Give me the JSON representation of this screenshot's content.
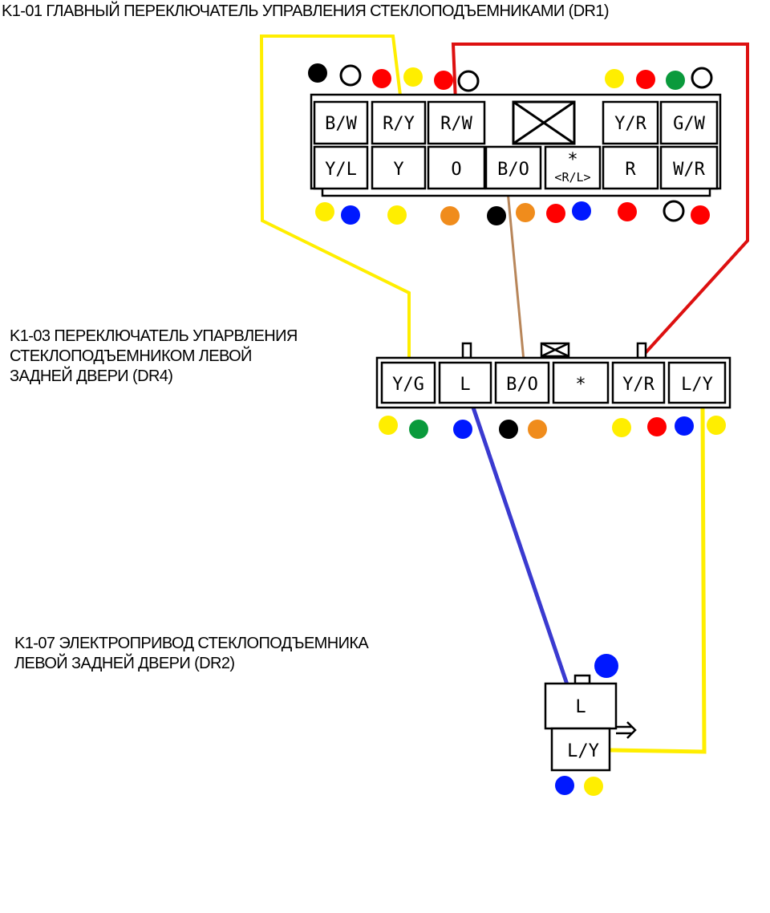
{
  "labels": {
    "dr1": [
      "K1-01 ГЛАВНЫЙ ПЕРЕКЛЮЧАТЕЛЬ УПРАВЛЕНИЯ СТЕКЛОПОДЪЕМНИКАМИ (DR1)"
    ],
    "dr4": [
      "K1-03 ПЕРЕКЛЮЧАТЕЛЬ УПАРВЛЕНИЯ",
      "СТЕКЛОПОДЪЕМНИКОМ ЛЕВОЙ",
      "ЗАДНЕЙ ДВЕРИ (DR4)"
    ],
    "dr2": [
      "K1-07 ЭЛЕКТРОПРИВОД СТЕКЛОПОДЪЕМНИКА",
      "ЛЕВОЙ ЗАДНЕЙ ДВЕРИ (DR2)"
    ]
  },
  "connectors": {
    "dr1": {
      "top_row": [
        "B/W",
        "R/Y",
        "R/W",
        "",
        "Y/R",
        "G/W"
      ],
      "bottom_row": [
        "Y/L",
        "Y",
        "O",
        "B/O",
        "*",
        "R",
        "W/R"
      ],
      "bottom_row_sub": "<R/L>"
    },
    "dr4": {
      "pins": [
        "Y/G",
        "L",
        "B/O",
        "*",
        "Y/R",
        "L/Y"
      ]
    },
    "dr2": {
      "pins": [
        "L",
        "L/Y"
      ]
    }
  },
  "colors": {
    "black": "#000000",
    "white": "#ffffff",
    "red": "#ff0000",
    "yellow": "#ffee00",
    "green": "#0a9a3c",
    "blue": "#0018ff",
    "orange": "#f08c1c",
    "wire_yellow": "#ffee00",
    "wire_red": "#dd1010",
    "wire_brown": "#b8865a",
    "wire_blue": "#3a3ad0"
  },
  "dots": {
    "dr1_top": [
      "black",
      "white",
      "red",
      "yellow",
      "red",
      "white",
      "yellow",
      "red",
      "green",
      "white"
    ],
    "dr1_bottom": [
      "yellow",
      "blue",
      "yellow",
      "orange",
      "black",
      "orange",
      "red",
      "blue",
      "red",
      "white",
      "red"
    ],
    "dr4_bottom": [
      "yellow",
      "green",
      "blue",
      "black",
      "orange",
      "yellow",
      "red",
      "blue",
      "yellow"
    ],
    "dr2_top": [
      "blue"
    ],
    "dr2_bottom": [
      "blue",
      "yellow"
    ]
  },
  "wires": [
    {
      "from": "DR1 R/Y",
      "to": "DR4 Y/G",
      "color": "wire_yellow"
    },
    {
      "from": "DR1 R/W",
      "to": "DR4 Y/R",
      "color": "wire_red"
    },
    {
      "from": "DR1 B/O",
      "to": "DR4 B/O",
      "color": "wire_brown"
    },
    {
      "from": "DR4 L",
      "to": "DR2 L",
      "color": "wire_blue"
    },
    {
      "from": "DR4 L/Y",
      "to": "DR2 L/Y",
      "color": "wire_yellow"
    }
  ]
}
